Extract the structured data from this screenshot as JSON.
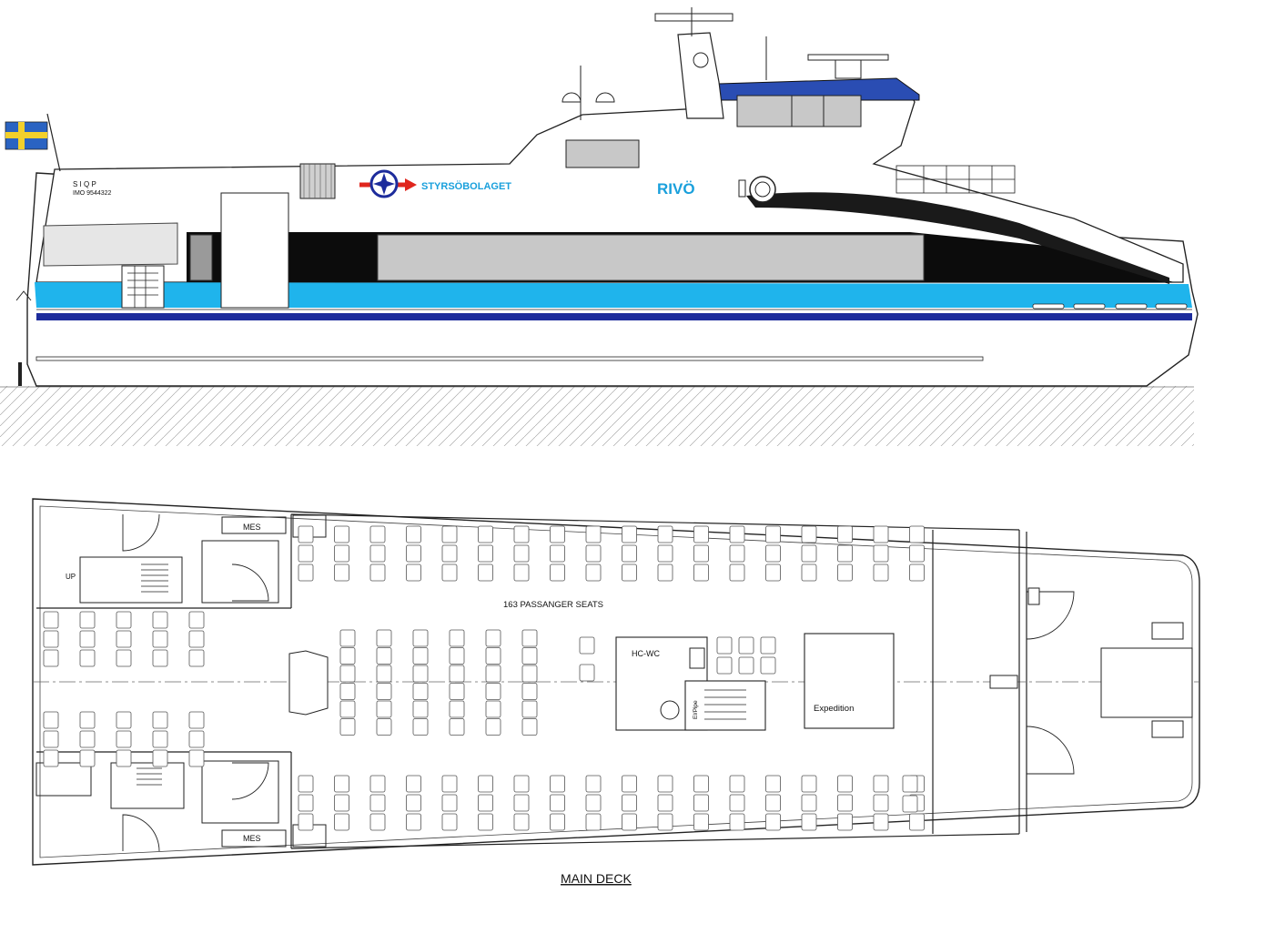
{
  "profile": {
    "call_sign": "S I Q P",
    "imo": "IMO 9544322",
    "company": "STYRSÖBOLAGET",
    "vessel_name": "RIVÖ",
    "flag": "swedish-flag"
  },
  "plan": {
    "seats_label": "163 PASSANGER SEATS",
    "hc_wc": "HC-WC",
    "expedition": "Expedition",
    "mes_top": "MES",
    "mes_bottom": "MES",
    "up": "UP",
    "el_pipe": "El/Pipe",
    "deck_title": "MAIN DECK"
  },
  "colors": {
    "hull_light_blue": "#1fb4ec",
    "hull_dark_blue": "#1d2c9c",
    "window_grey": "#c8c8c8",
    "brand_blue": "#1aa0dc",
    "wheelhouse_blue": "#2a4db3"
  }
}
